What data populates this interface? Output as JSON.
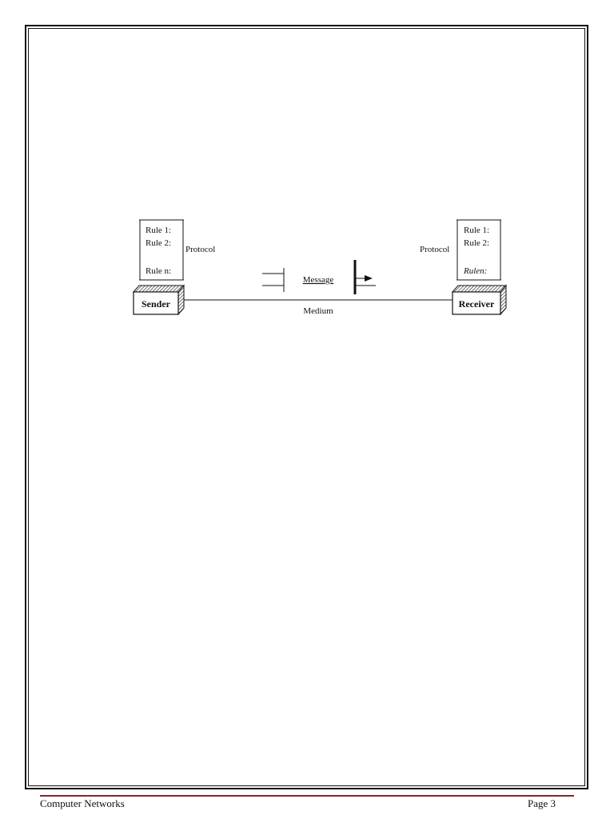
{
  "diagram": {
    "sender": {
      "label": "Sender",
      "rules": [
        "Rule 1:",
        "Rule 2:",
        "Rule n:"
      ],
      "protocol_label": "Protocol"
    },
    "receiver": {
      "label": "Receiver",
      "rules": [
        "Rule 1:",
        "Rule 2:",
        "Rulen:"
      ],
      "protocol_label": "Protocol"
    },
    "message_label": "Message",
    "medium_label": "Medium"
  },
  "footer": {
    "left": "Computer Networks",
    "right": "Page 3"
  }
}
